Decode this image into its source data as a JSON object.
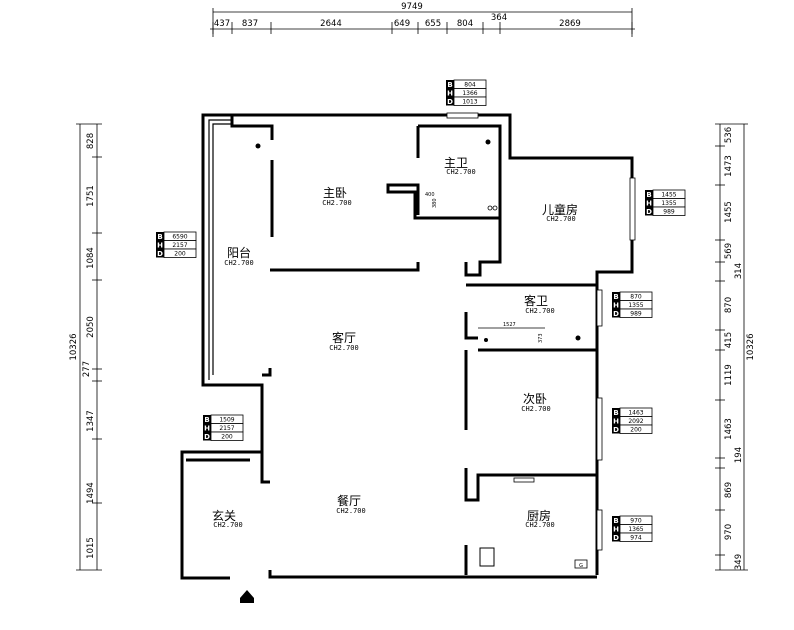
{
  "dimensions": {
    "top_total": "9749",
    "top_segments": [
      "437",
      "837",
      "2644",
      "649",
      "655",
      "804",
      "364",
      "2869"
    ],
    "left_total": "10326",
    "left_segments": [
      "828",
      "1751",
      "1084",
      "2050",
      "277",
      "1347",
      "1494",
      "1015"
    ],
    "right_total": "10326",
    "right_segments": [
      "536",
      "1473",
      "1455",
      "569",
      "314",
      "870",
      "415",
      "1119",
      "1463",
      "194",
      "869",
      "970",
      "349"
    ]
  },
  "rooms": [
    {
      "name": "主卫",
      "ceiling": "CH2.700"
    },
    {
      "name": "主卧",
      "ceiling": "CH2.700"
    },
    {
      "name": "儿童房",
      "ceiling": "CH2.700"
    },
    {
      "name": "阳台",
      "ceiling": "CH2.700"
    },
    {
      "name": "客卫",
      "ceiling": "CH2.700"
    },
    {
      "name": "客厅",
      "ceiling": "CH2.700"
    },
    {
      "name": "次卧",
      "ceiling": "CH2.700"
    },
    {
      "name": "玄关",
      "ceiling": "CH2.700"
    },
    {
      "name": "餐厅",
      "ceiling": "CH2.700"
    },
    {
      "name": "厨房",
      "ceiling": "CH2.700"
    }
  ],
  "window_tables": [
    {
      "id": "top-window",
      "B": "804",
      "H": "1366",
      "D": "1013"
    },
    {
      "id": "kids-room-window",
      "B": "1455",
      "H": "1355",
      "D": "989"
    },
    {
      "id": "balcony-window",
      "B": "6590",
      "H": "2157",
      "D": "200"
    },
    {
      "id": "guest-bath-window",
      "B": "870",
      "H": "1355",
      "D": "989"
    },
    {
      "id": "second-bedroom-window",
      "B": "1463",
      "H": "2092",
      "D": "200"
    },
    {
      "id": "entry-window",
      "B": "1509",
      "H": "2157",
      "D": "200"
    },
    {
      "id": "kitchen-window",
      "B": "970",
      "H": "1365",
      "D": "974"
    }
  ],
  "table_keys": [
    "B",
    "H",
    "D"
  ],
  "annotations": {
    "master_bath_small": "400",
    "master_bath_vertical": "380",
    "guest_bath_width": "1527",
    "guest_bath_vertical": "373",
    "kitchen_tag": "G"
  }
}
